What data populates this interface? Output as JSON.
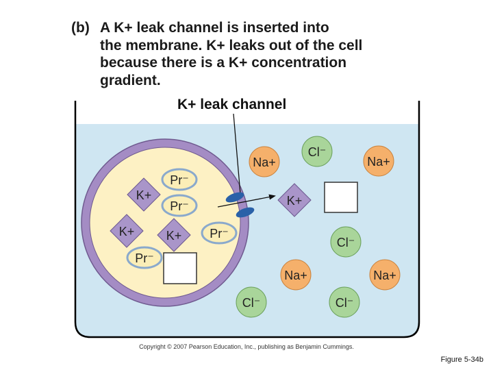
{
  "caption": {
    "tag": "(b)",
    "lines": [
      "A K+ leak channel is inserted into",
      "the membrane. K+ leaks out of the cell",
      "because there is a K+ concentration",
      "gradient."
    ]
  },
  "channel_label": "K+ leak channel",
  "cell_ions": {
    "k_top": "K+",
    "k_left": "K+",
    "k_center": "K+",
    "pr_top": "Pr⁻",
    "pr_mid": "Pr⁻",
    "pr_right": "Pr⁻",
    "pr_bottom": "Pr⁻"
  },
  "outside_ions": {
    "na_1": "Na+",
    "na_2": "Na+",
    "na_3": "Na+",
    "na_4": "Na+",
    "cl_1": "Cl⁻",
    "cl_2": "Cl⁻",
    "cl_3": "Cl⁻",
    "cl_4": "Cl⁻",
    "k_leaked": "K+"
  },
  "copyright": "Copyright © 2007 Pearson Education, Inc., publishing as Benjamin Cummings.",
  "figure_number": "Figure 5-34b",
  "colors": {
    "water": "#cfe6f2",
    "container": "#000000",
    "membrane": "#a48cc4",
    "cytoplasm": "#fdf1c4",
    "potassium": "#a995c9",
    "protein": "#fbeeb7",
    "sodium": "#f5b06b",
    "chloride": "#a9d59a",
    "channel": "#2a61a8"
  }
}
